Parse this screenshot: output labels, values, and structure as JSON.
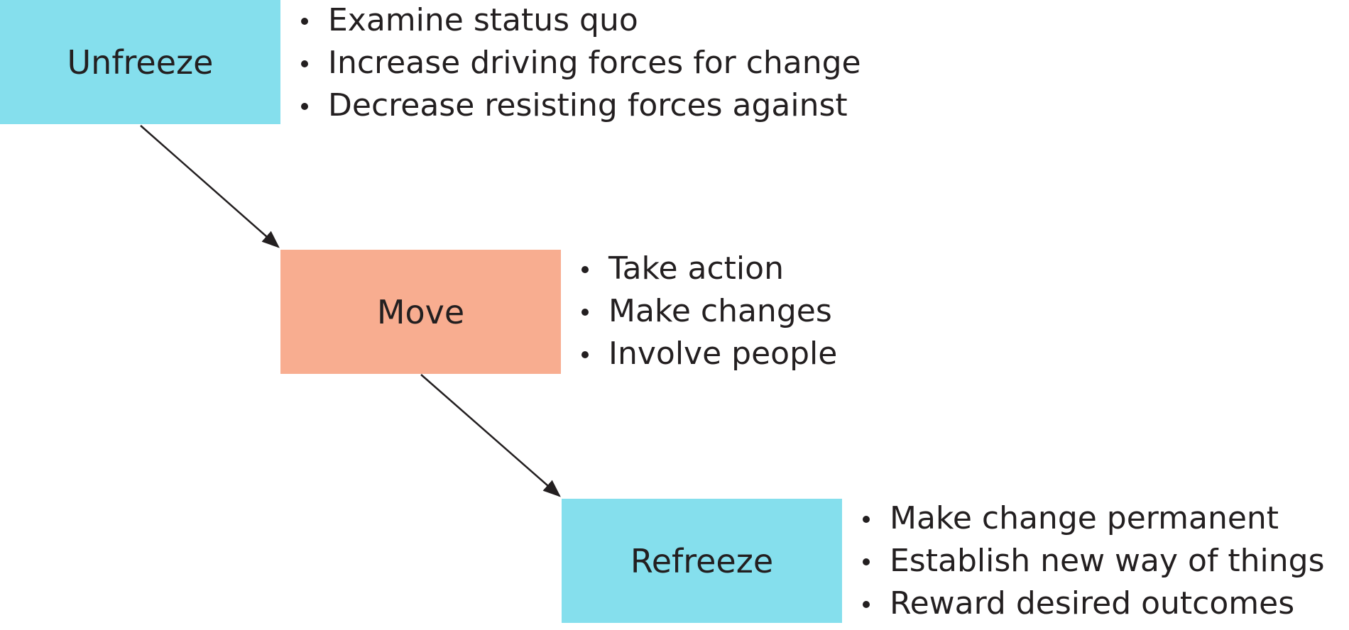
{
  "colors": {
    "unfreeze": "#85dfed",
    "move": "#f8ad90",
    "refreeze": "#85dfed",
    "arrow": "#231f20"
  },
  "stages": [
    {
      "label": "Unfreeze",
      "bullets": [
        "Examine status quo",
        "Increase driving forces for change",
        "Decrease resisting forces against"
      ]
    },
    {
      "label": "Move",
      "bullets": [
        "Take action",
        "Make changes",
        "Involve people"
      ]
    },
    {
      "label": "Refreeze",
      "bullets": [
        "Make change permanent",
        "Establish new way of things",
        "Reward desired outcomes"
      ]
    }
  ]
}
